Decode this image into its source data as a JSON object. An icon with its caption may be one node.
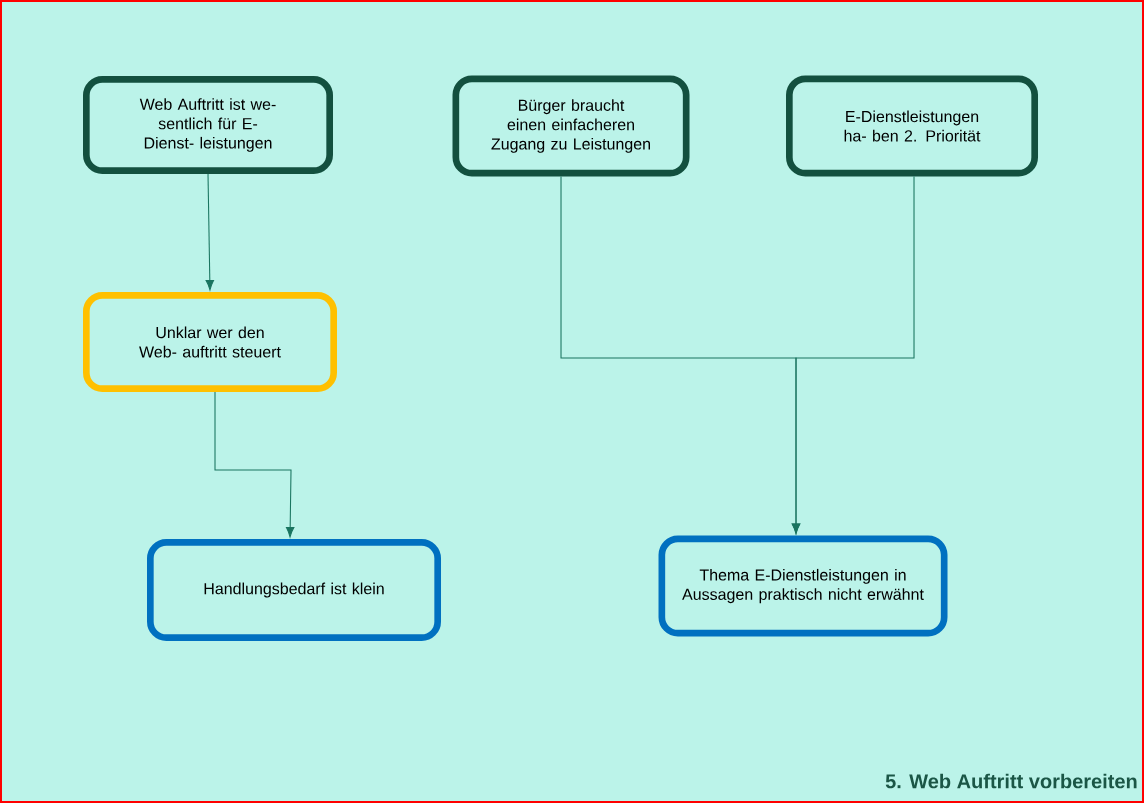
{
  "diagram": {
    "title": "5. Web Auftritt vorbereiten",
    "nodes": [
      {
        "text": [
          "Web Auftritt ist we- sentlich für E-Dienst- leistungen"
        ]
      },
      {
        "text": [
          "Bürger braucht einen einfacheren Zugang zu Leistungen"
        ]
      },
      {
        "text": [
          "E-Dienstleistungen ha- ben 2. Priorität"
        ]
      },
      {
        "text": [
          "Unklar wer den Web- auftritt steuert"
        ]
      },
      {
        "text": [
          "Handlungsbedarf ist klein"
        ]
      },
      {
        "text": [
          "Thema E-Dienstleistungen in Aussagen praktisch nicht erwähnt"
        ]
      }
    ],
    "edges": [
      {
        "from": 0,
        "to": 3,
        "arrow": "to"
      },
      {
        "from": 3,
        "to": 4,
        "arrow": "to"
      },
      {
        "from": 1,
        "to": 5,
        "arrow": "to"
      },
      {
        "from": 2,
        "to": 5,
        "arrow": "to"
      }
    ]
  }
}
